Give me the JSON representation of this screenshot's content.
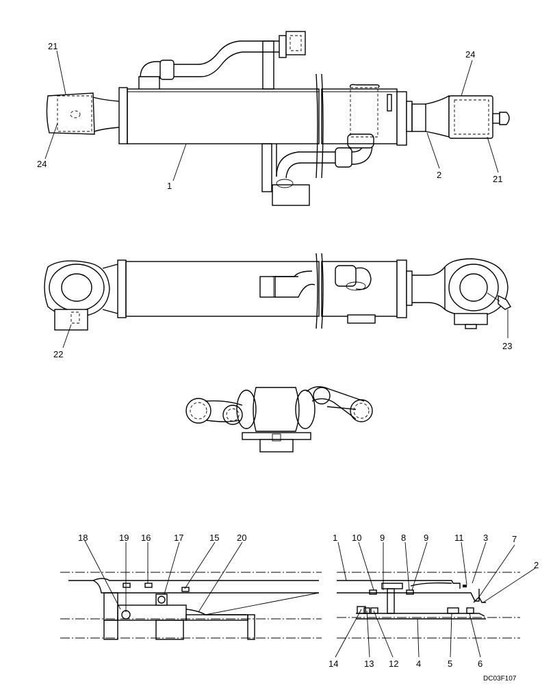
{
  "drawing_code": "DC03F107",
  "callouts": {
    "c21_top_left": "21",
    "c24_bottom_left": "24",
    "c1_body": "1",
    "c2_rod": "2",
    "c24_right": "24",
    "c21_right": "21",
    "c22": "22",
    "c23": "23",
    "d18": "18",
    "d19": "19",
    "d16": "16",
    "d17": "17",
    "d15": "15",
    "d20": "20",
    "d1": "1",
    "d10": "10",
    "d9a": "9",
    "d8": "8",
    "d9b": "9",
    "d11": "11",
    "d3": "3",
    "d7": "7",
    "d2": "2",
    "d14": "14",
    "d13": "13",
    "d12": "12",
    "d4": "4",
    "d5": "5",
    "d6": "6"
  }
}
